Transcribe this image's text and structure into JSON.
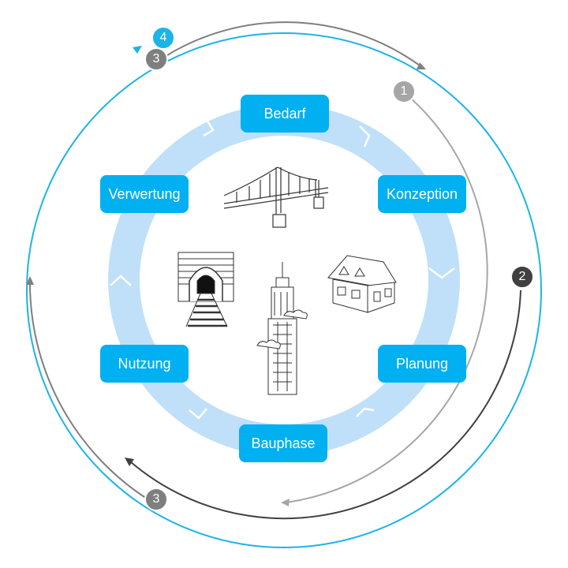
{
  "phases": [
    {
      "label": "Bedarf"
    },
    {
      "label": "Konzeption"
    },
    {
      "label": "Planung"
    },
    {
      "label": "Bauphase"
    },
    {
      "label": "Nutzung"
    },
    {
      "label": "Verwertung"
    }
  ],
  "badges": [
    {
      "label": "1",
      "color": "#a6a6a6"
    },
    {
      "label": "2",
      "color": "#404040"
    },
    {
      "label": "3",
      "color": "#7f7f7f"
    },
    {
      "label": "3",
      "color": "#7f7f7f"
    },
    {
      "label": "4",
      "color": "#1cb4e8"
    }
  ],
  "colors": {
    "phase_box": "#00b0f0",
    "ring": "#bfe0f8",
    "outer_circle": "#1cb4e8",
    "arc_light": "#a6a6a6",
    "arc_dark": "#404040",
    "arc_mid": "#7f7f7f"
  },
  "illustrations": [
    "suspension-bridge",
    "tunnel",
    "skyscraper",
    "house"
  ]
}
